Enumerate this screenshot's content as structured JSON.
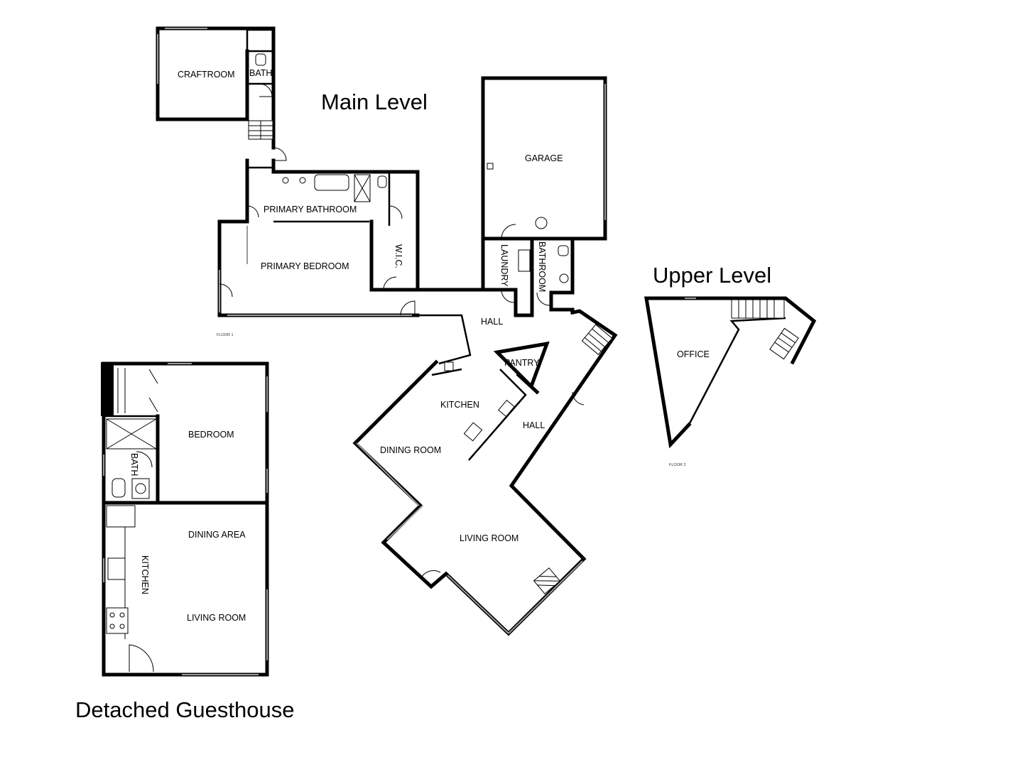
{
  "titles": {
    "main": "Main Level",
    "upper": "Upper Level",
    "guest": "Detached Guesthouse"
  },
  "floor_tags": {
    "main": "FLOOR 1",
    "upper": "FLOOR 2"
  },
  "rooms": {
    "craftroom": "CRAFTROOM",
    "bath_main": "BATH",
    "garage": "GARAGE",
    "primary_bathroom": "PRIMARY BATHROOM",
    "primary_bedroom": "PRIMARY BEDROOM",
    "wic": "W.I.C.",
    "laundry": "LAUNDRY",
    "bathroom": "BATHROOM",
    "hall_upper": "HALL",
    "pantry": "PANTRY",
    "kitchen": "KITCHEN",
    "hall_lower": "HALL",
    "dining_room": "DINING ROOM",
    "living_room": "LIVING ROOM",
    "office": "OFFICE",
    "guest_bedroom": "BEDROOM",
    "guest_bath": "BATH",
    "guest_dining": "DINING AREA",
    "guest_kitchen": "KITCHEN",
    "guest_living": "LIVING ROOM"
  }
}
